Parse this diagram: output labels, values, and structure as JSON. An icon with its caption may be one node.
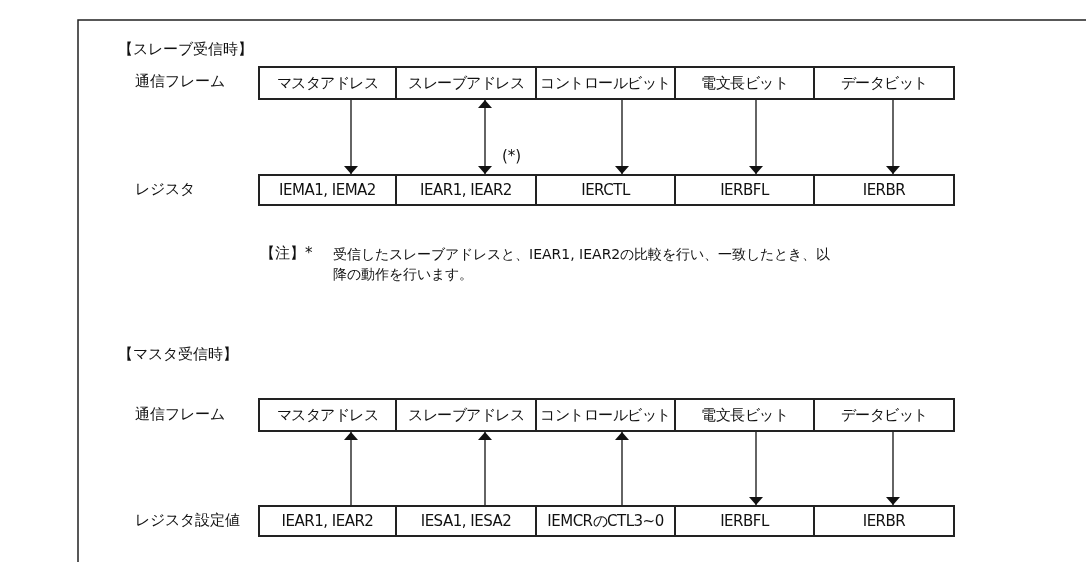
{
  "diagram": {
    "nodes": [
      {
        "text": [
          "マスタアドレス"
        ]
      },
      {
        "text": [
          "スレーブアドレス"
        ]
      },
      {
        "text": [
          "コントロールビット"
        ]
      },
      {
        "text": [
          "電文長ビット"
        ]
      },
      {
        "text": [
          "データビット"
        ]
      },
      {
        "text": [
          "IEMA1, IEMA2"
        ]
      },
      {
        "text": [
          "IEAR1, IEAR2"
        ]
      },
      {
        "text": [
          "IERCTL"
        ]
      },
      {
        "text": [
          "IERBFL"
        ]
      },
      {
        "text": [
          "IERBR"
        ]
      },
      {
        "text": [
          "マスタアドレス"
        ]
      },
      {
        "text": [
          "スレーブアドレス"
        ]
      },
      {
        "text": [
          "コントロールビット"
        ]
      },
      {
        "text": [
          "電文長ビット"
        ]
      },
      {
        "text": [
          "データビット"
        ]
      },
      {
        "text": [
          "IEAR1, IEAR2"
        ]
      },
      {
        "text": [
          "IESA1, IESA2"
        ]
      },
      {
        "text": [
          "IEMCRのCTL3~0"
        ]
      },
      {
        "text": [
          "IERBFL"
        ]
      },
      {
        "text": [
          "IERBR"
        ]
      }
    ],
    "edges": [
      {
        "from": 0,
        "to": 5,
        "arrow": "to"
      },
      {
        "from": 1,
        "to": 6,
        "arrow": "both"
      },
      {
        "from": 2,
        "to": 7,
        "arrow": "to"
      },
      {
        "from": 3,
        "to": 8,
        "arrow": "to"
      },
      {
        "from": 4,
        "to": 9,
        "arrow": "to"
      },
      {
        "from": 15,
        "to": 10,
        "arrow": "to"
      },
      {
        "from": 16,
        "to": 11,
        "arrow": "to"
      },
      {
        "from": 17,
        "to": 12,
        "arrow": "to"
      },
      {
        "from": 13,
        "to": 18,
        "arrow": "to"
      },
      {
        "from": 14,
        "to": 19,
        "arrow": "to"
      }
    ],
    "labels": [
      "【スレーブ受信時】",
      "通信フレーム",
      "(*)",
      "レジスタ",
      "【注】*",
      "受信したスレーブアドレスと、IEAR1, IEAR2の比較を行い、一致したとき、以降の動作を行います。",
      "【マスタ受信時】",
      "通信フレーム",
      "レジスタ設定値"
    ]
  }
}
